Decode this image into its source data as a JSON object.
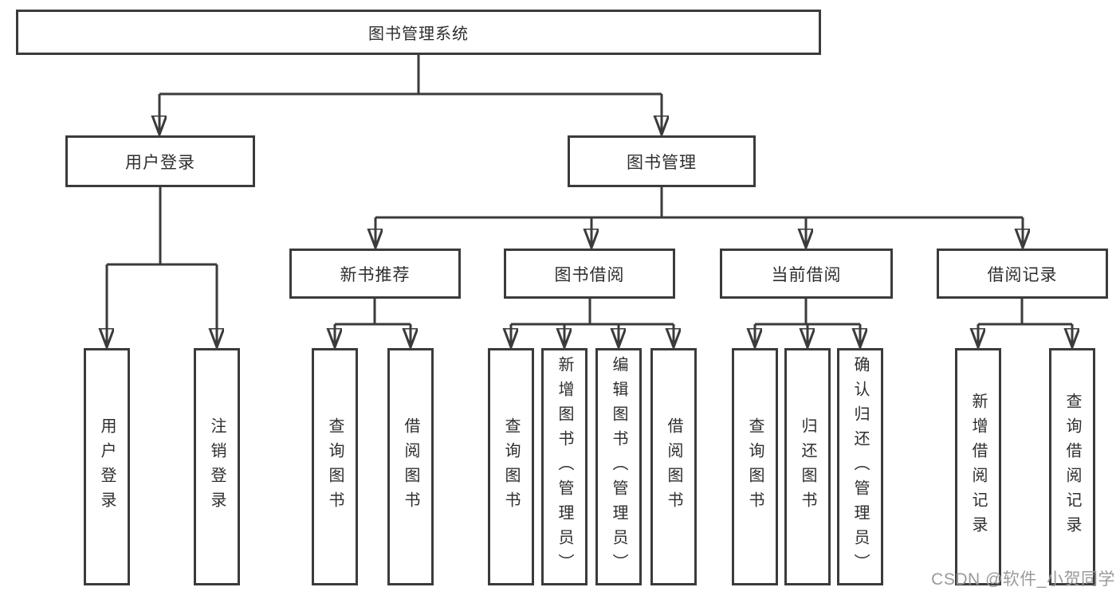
{
  "colors": {
    "line": "#3b3b3b",
    "text": "#2e2e2e",
    "background": "#ffffff",
    "box_background": "#ffffff",
    "watermark": "#9a9a9a"
  },
  "diagram": {
    "root": "图书管理系统",
    "login": {
      "label": "用户登录",
      "leaves": [
        "用户登录",
        "注销登录"
      ]
    },
    "manage": {
      "label": "图书管理",
      "children": [
        {
          "label": "新书推荐",
          "leaves": [
            "查询图书",
            "借阅图书"
          ]
        },
        {
          "label": "图书借阅",
          "leaves": [
            "查询图书",
            "新增图书（管理员）",
            "编辑图书（管理员）",
            "借阅图书"
          ]
        },
        {
          "label": "当前借阅",
          "leaves": [
            "查询图书",
            "归还图书",
            "确认归还（管理员）"
          ]
        },
        {
          "label": "借阅记录",
          "leaves": [
            "新增借阅记录",
            "查询借阅记录"
          ]
        }
      ]
    }
  },
  "watermark": "CSDN @软件_小贺同学"
}
